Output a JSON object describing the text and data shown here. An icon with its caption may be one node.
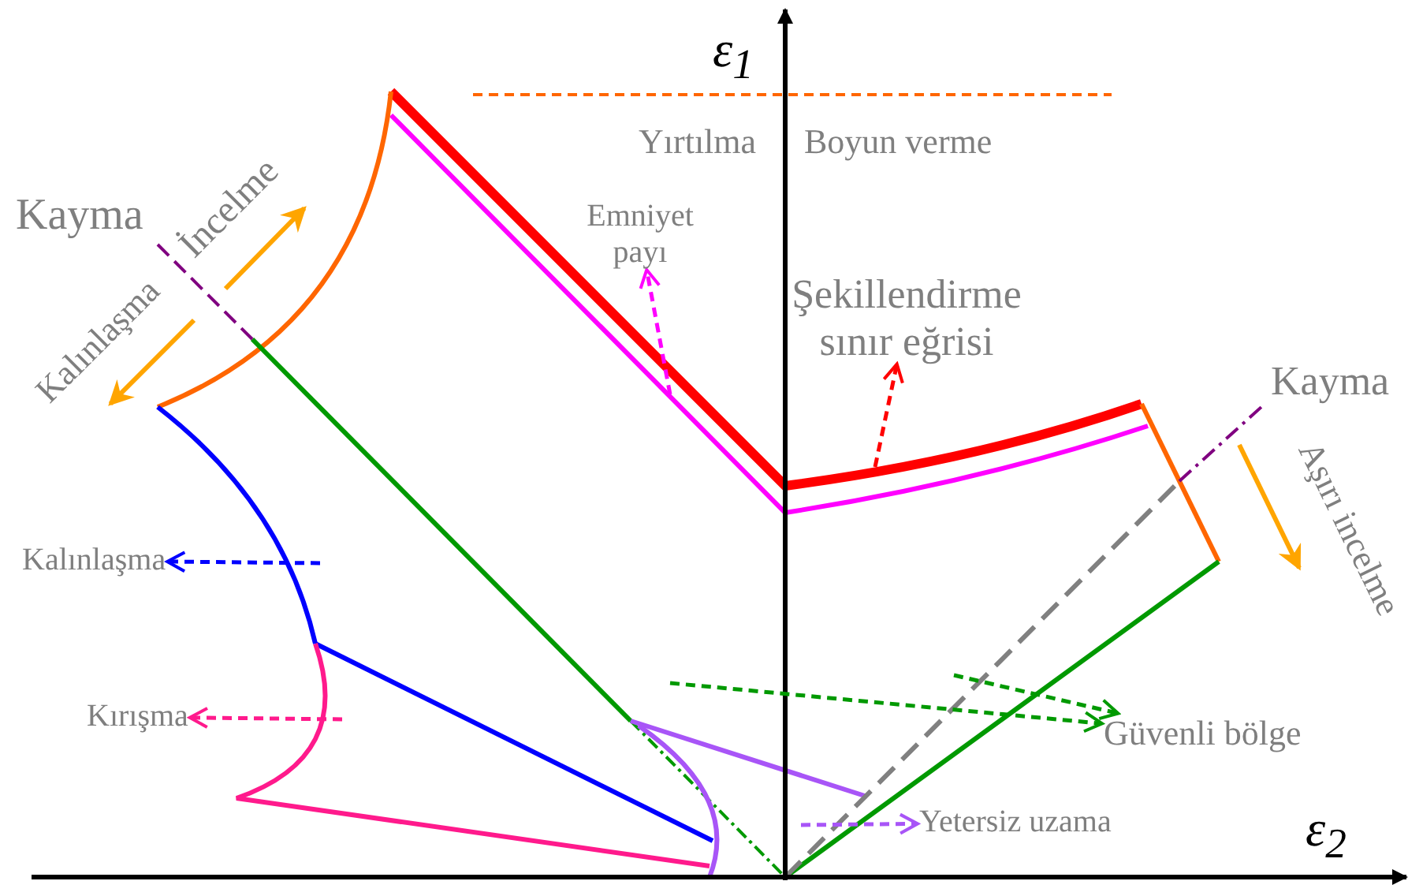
{
  "diagram": {
    "nodes": [
      {
        "text": [
          "Emniyet payı"
        ]
      },
      {
        "text": [
          "Şekillendirme sınır eğrisi"
        ]
      },
      {
        "text": [
          "Kalınlaşma"
        ]
      },
      {
        "text": [
          "Kırışma"
        ]
      },
      {
        "text": [
          "Güvenli bölge"
        ]
      },
      {
        "text": [
          "Yetersiz uzama"
        ]
      }
    ],
    "edges": [
      {
        "from": null,
        "to": 0,
        "arrow": "to",
        "style": "dashed",
        "color": "#ff00ff"
      },
      {
        "from": null,
        "to": 1,
        "arrow": "to",
        "style": "dashed",
        "color": "#ff0000"
      },
      {
        "from": null,
        "to": 2,
        "arrow": "to",
        "style": "dashed",
        "color": "#0000ff"
      },
      {
        "from": null,
        "to": 3,
        "arrow": "to",
        "style": "dashed",
        "color": "#ff1a8c"
      },
      {
        "from": null,
        "to": 4,
        "arrow": "to",
        "style": "dashed",
        "color": "#009900"
      },
      {
        "from": null,
        "to": 4,
        "arrow": "to",
        "style": "dashed",
        "color": "#009900"
      },
      {
        "from": null,
        "to": 5,
        "arrow": "to",
        "style": "dashed",
        "color": "#a855f7"
      }
    ],
    "labels": [
      "ε$_{1}$",
      "Yırtılma",
      "Boyun verme",
      "Kayma",
      "İncelme",
      "Kalınlaşma",
      "Kayma",
      "Aşırı incelme",
      "ε$_{2}$"
    ]
  }
}
